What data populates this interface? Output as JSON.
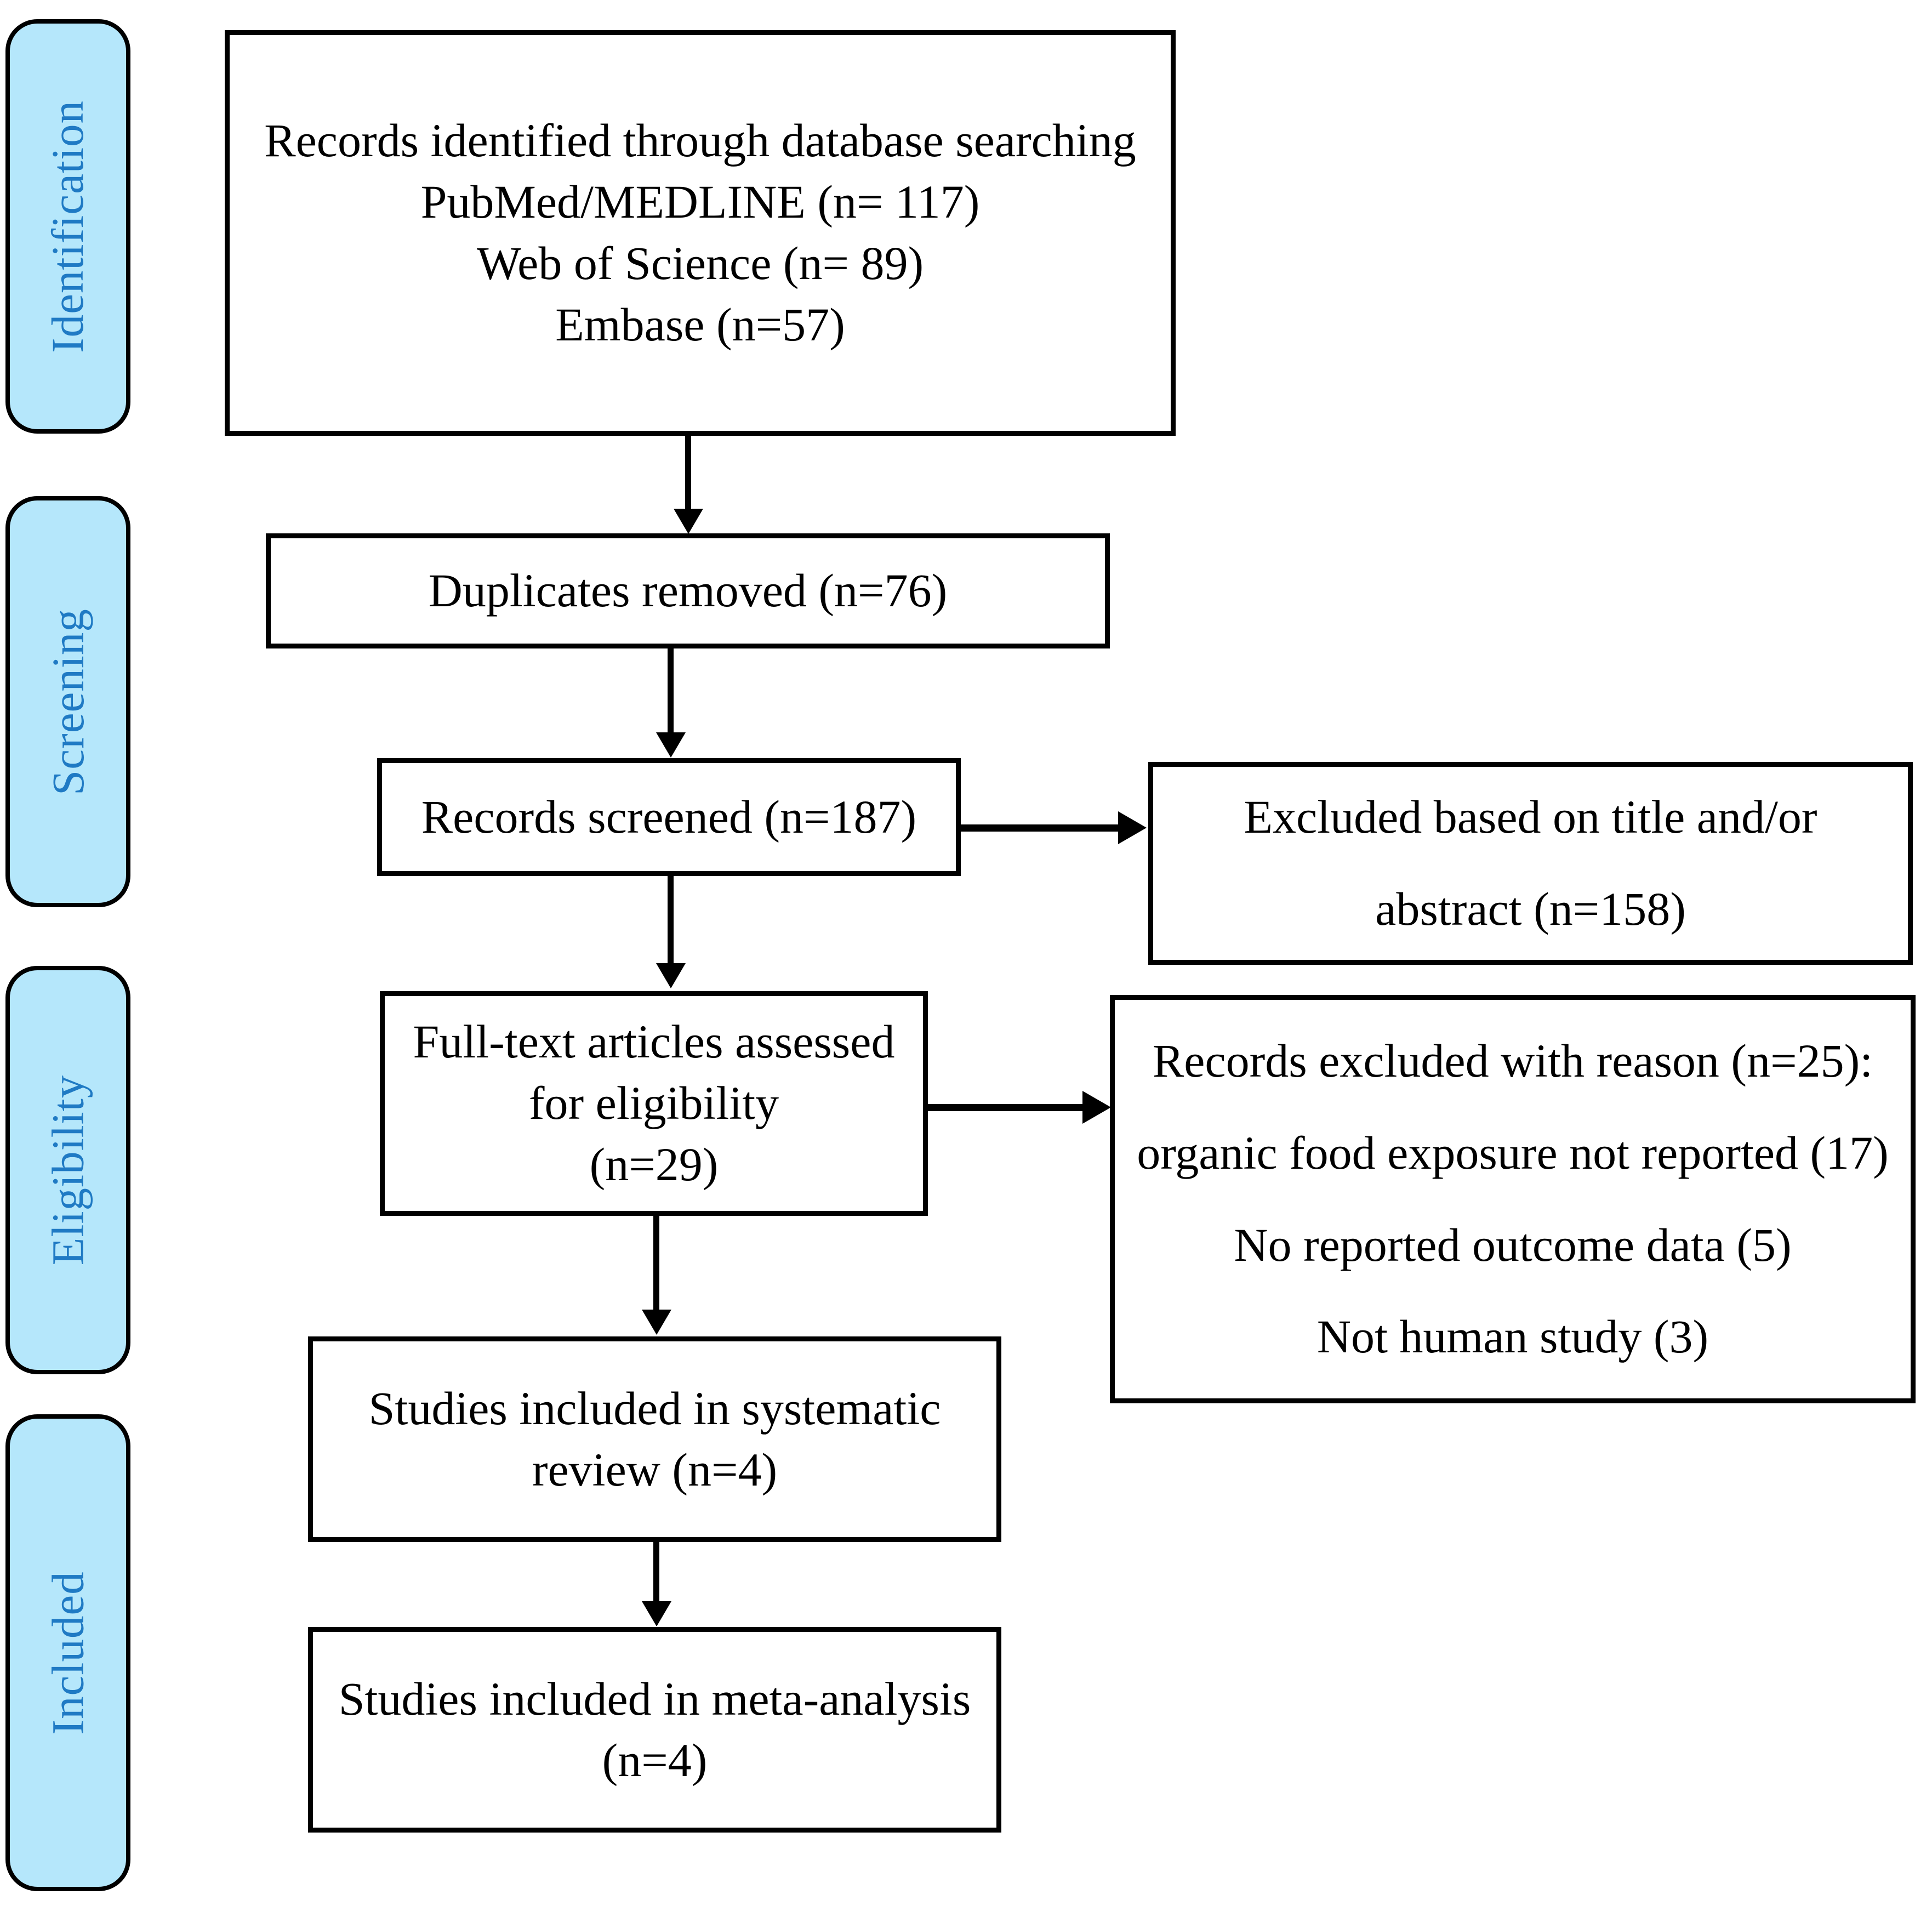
{
  "diagram": {
    "title": "PRISMA flow diagram",
    "colors": {
      "phase_fill": "#B5E7FB",
      "phase_border": "#000000",
      "phase_text": "#1F7AC4",
      "box_fill": "#FFFFFF",
      "box_border": "#000000",
      "box_text": "#000000",
      "connector": "#000000"
    },
    "phases": [
      {
        "id": "identification",
        "label": "Identification"
      },
      {
        "id": "screening",
        "label": "Screening"
      },
      {
        "id": "eligibility",
        "label": "Eligibility"
      },
      {
        "id": "included",
        "label": "Included"
      }
    ],
    "boxes": [
      {
        "id": "records-identified",
        "text": "Records identified through database searching\nPubMed/MEDLINE (n= 117)\nWeb of Science (n= 89)\nEmbase (n=57)",
        "lines": [
          "Records identified through database searching",
          "PubMed/MEDLINE (n= 117)",
          "Web of Science (n= 89)",
          "Embase (n=57)"
        ],
        "counts": {
          "pubmed_medline": 117,
          "web_of_science": 89,
          "embase": 57
        }
      },
      {
        "id": "duplicates-removed",
        "text": "Duplicates removed (n=76)",
        "lines": [
          "Duplicates removed (n=76)"
        ],
        "counts": {
          "duplicates_removed": 76
        }
      },
      {
        "id": "records-screened",
        "text": "Records screened (n=187)",
        "lines": [
          "Records screened (n=187)"
        ],
        "counts": {
          "records_screened": 187
        }
      },
      {
        "id": "excluded-title-abstract",
        "text": "Excluded based on title and/or\nabstract (n=158)",
        "lines": [
          "Excluded based on title and/or",
          "abstract (n=158)"
        ],
        "counts": {
          "excluded_title_abstract": 158
        }
      },
      {
        "id": "fulltext-assessed",
        "text": "Full-text articles assessed\nfor eligibility\n(n=29)",
        "lines": [
          "Full-text articles assessed",
          "for eligibility",
          "(n=29)"
        ],
        "counts": {
          "fulltext_assessed": 29
        }
      },
      {
        "id": "records-excluded-reason",
        "text": "Records excluded with reason (n=25):\norganic food exposure not reported (17)\nNo reported outcome data (5)\nNot human study (3)",
        "lines": [
          "Records excluded with reason (n=25):",
          "organic food exposure not reported (17)",
          "No reported outcome data (5)",
          "Not human study (3)"
        ],
        "counts": {
          "total_excluded": 25,
          "organic_food_exposure_not_reported": 17,
          "no_reported_outcome_data": 5,
          "not_human_study": 3
        }
      },
      {
        "id": "included-systematic-review",
        "text": "Studies included in systematic\nreview (n=4)",
        "lines": [
          "Studies included in systematic",
          "review (n=4)"
        ],
        "counts": {
          "systematic_review": 4
        }
      },
      {
        "id": "included-meta-analysis",
        "text": "Studies included in meta-analysis\n(n=4)",
        "lines": [
          "Studies included in meta-analysis",
          "(n=4)"
        ],
        "counts": {
          "meta_analysis": 4
        }
      }
    ]
  }
}
